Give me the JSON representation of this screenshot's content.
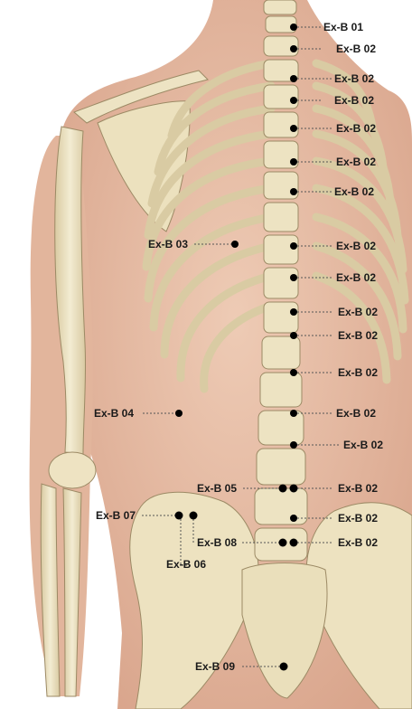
{
  "colors": {
    "skin": "#e7bfa7",
    "skin_shadow": "#d49b83",
    "bone": "#efe6c8",
    "bone_shadow": "#cdbb92",
    "bone_outline": "#9c8a65",
    "marker": "#000000",
    "leader_line": "#555555"
  },
  "labels": {
    "exb01": "Ex-B 01",
    "exb02": "Ex-B 02",
    "exb03": "Ex-B 03",
    "exb04": "Ex-B 04",
    "exb05": "Ex-B 05",
    "exb06": "Ex-B 06",
    "exb07": "Ex-B 07",
    "exb08": "Ex-B 08",
    "exb09": "Ex-B 09"
  }
}
